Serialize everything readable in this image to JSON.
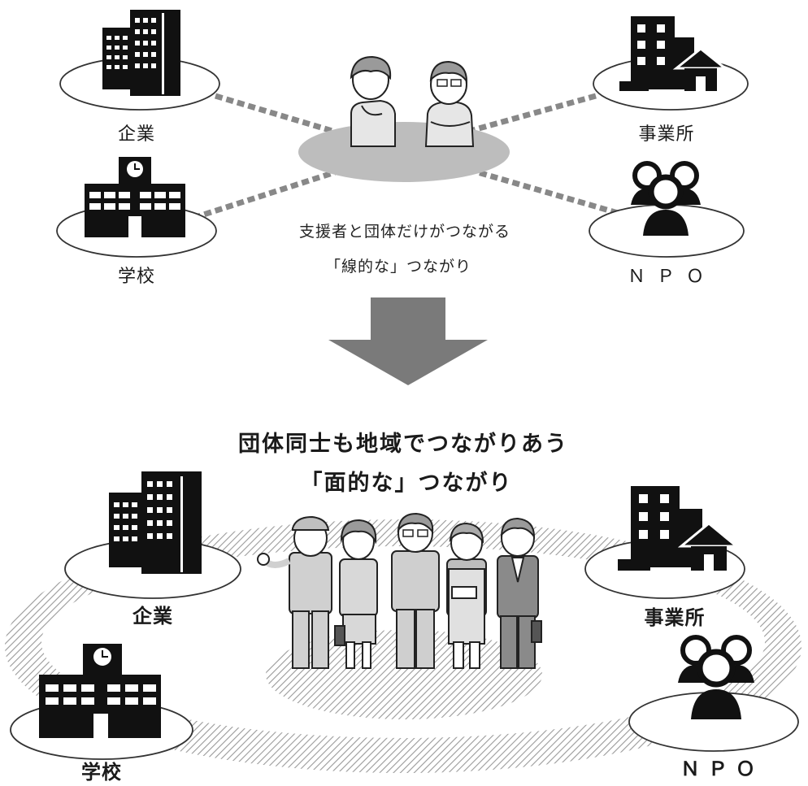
{
  "top": {
    "labels": {
      "company": "企業",
      "office": "事業所",
      "school": "学校",
      "npo": "ＮＰＯ"
    },
    "caption_line1": "支援者と団体だけがつながる",
    "caption_line2": "「線的な」つながり"
  },
  "bottom": {
    "headline_line1": "団体同士も地域でつながりあう",
    "headline_line2": "「面的な」つながり",
    "labels": {
      "company": "企業",
      "office": "事業所",
      "school": "学校",
      "npo": "ＮＰＯ"
    }
  },
  "colors": {
    "icon": "#111111",
    "center_ellipse": "#bdbdbd",
    "connector": "#888888",
    "arrow": "#7a7a7a",
    "hatch": "#9a9a9a"
  }
}
